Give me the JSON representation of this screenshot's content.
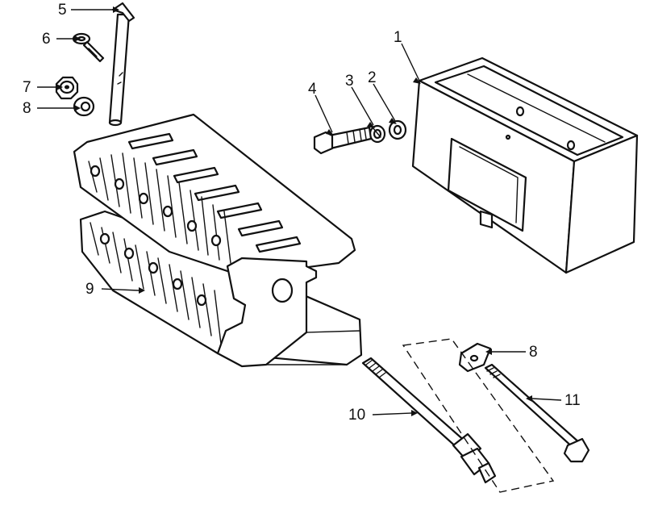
{
  "figure": {
    "callouts": [
      {
        "id": "1",
        "label": "1"
      },
      {
        "id": "2",
        "label": "2"
      },
      {
        "id": "3",
        "label": "3"
      },
      {
        "id": "4",
        "label": "4"
      },
      {
        "id": "5",
        "label": "5"
      },
      {
        "id": "6",
        "label": "6"
      },
      {
        "id": "7",
        "label": "7"
      },
      {
        "id": "8a",
        "label": "8"
      },
      {
        "id": "8b",
        "label": "8"
      },
      {
        "id": "9",
        "label": "9"
      },
      {
        "id": "10",
        "label": "10"
      },
      {
        "id": "11",
        "label": "11"
      }
    ]
  }
}
